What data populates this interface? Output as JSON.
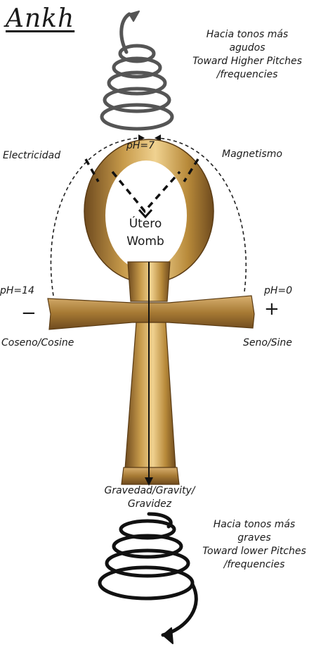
{
  "title": "Ankh",
  "top_note": {
    "line1": "Hacia tonos más",
    "line2": "agudos",
    "line3": "Toward Higher Pitches",
    "line4": "/frequencies"
  },
  "bottom_note": {
    "line1": "Hacia tonos más",
    "line2": "graves",
    "line3": "Toward lower Pitches",
    "line4": "/frequencies"
  },
  "ph_top": "pH=7",
  "ph_left": "pH=14",
  "ph_right": "pH=0",
  "left_sign": "−",
  "right_sign": "+",
  "electricity": "Electricidad",
  "magnetism": "Magnetismo",
  "womb": {
    "line1": "Útero",
    "line2": "Womb"
  },
  "cosine": "Coseno/Cosine",
  "sine": "Seno/Sine",
  "gravity": {
    "line1": "Gravedad/Gravity/",
    "line2": "Gravidez"
  },
  "colors": {
    "ankh_gold": "#b98a3a",
    "ankh_dark": "#7a5424",
    "ink": "#1a1a1a",
    "spiral_top": "#5a5a5a"
  }
}
